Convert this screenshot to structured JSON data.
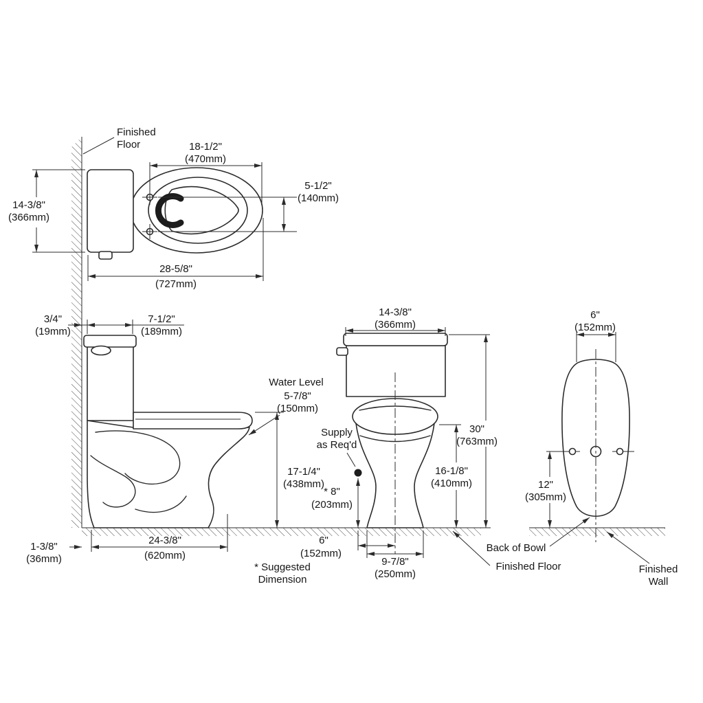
{
  "title": "Toilet rough-in dimension diagram",
  "colors": {
    "line": "#2b2b2b",
    "text": "#161616",
    "background": "#ffffff"
  },
  "labels": {
    "finished_floor_top_1": "Finished",
    "finished_floor_top_2": "Floor",
    "water_level": "Water Level",
    "supply_1": "Supply",
    "supply_2": "as Req'd",
    "note_1": "*  Suggested",
    "note_2": "Dimension",
    "finished_floor_front": "Finished Floor",
    "back_of_bowl": "Back of Bowl",
    "finished_wall_1": "Finished",
    "finished_wall_2": "Wall"
  },
  "dims": {
    "bowl_inner_length": {
      "in": "18-1/2\"",
      "mm": "(470mm)"
    },
    "bolt_spread": {
      "in": "5-1/2\"",
      "mm": "(140mm)"
    },
    "plan_width": {
      "in": "14-3/8\"",
      "mm": "(366mm)"
    },
    "overall_depth": {
      "in": "28-5/8\"",
      "mm": "(727mm)"
    },
    "wall_gap": {
      "in": "3/4\"",
      "mm": "(19mm)"
    },
    "tank_depth": {
      "in": "7-1/2\"",
      "mm": "(189mm)"
    },
    "water_level": {
      "in": "5-7/8\"",
      "mm": "(150mm)"
    },
    "seat_height": {
      "in": "17-1/4\"",
      "mm": "(438mm)"
    },
    "base_wall_gap": {
      "in": "1-3/8\"",
      "mm": "(36mm)"
    },
    "wall_to_front": {
      "in": "24-3/8\"",
      "mm": "(620mm)"
    },
    "front_width": {
      "in": "14-3/8\"",
      "mm": "(366mm)"
    },
    "supply_height": {
      "in": "* 8\"",
      "mm": "(203mm)"
    },
    "overall_height": {
      "in": "30\"",
      "mm": "(763mm)"
    },
    "rim_height": {
      "in": "16-1/8\"",
      "mm": "(410mm)"
    },
    "supply_offset": {
      "in": "6\"",
      "mm": "(152mm)"
    },
    "base_width": {
      "in": "9-7/8\"",
      "mm": "(250mm)"
    },
    "trap_top_width": {
      "in": "6\"",
      "mm": "(152mm)"
    },
    "outlet_height": {
      "in": "12\"",
      "mm": "(305mm)"
    }
  }
}
